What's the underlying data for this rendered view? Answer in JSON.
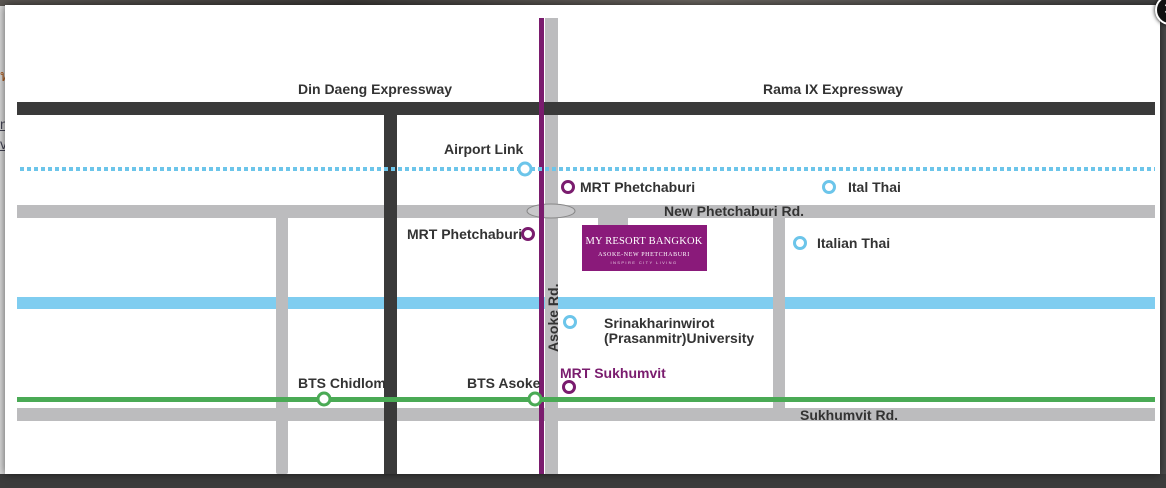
{
  "map": {
    "expressways": {
      "din_daeng": "Din Daeng Expressway",
      "rama_ix": "Rama IX Expressway"
    },
    "roads": {
      "new_phetchaburi": "New Phetchaburi Rd.",
      "asoke": "Asoke Rd.",
      "sukhumvit": "Sukhumvit Rd."
    },
    "transit_labels": {
      "airport_link": "Airport Link",
      "mrt_phetchaburi_right": "MRT Phetchaburi",
      "mrt_phetchaburi_left": "MRT Phetchaburi",
      "mrt_sukhumvit": "MRT Sukhumvit",
      "bts_chidlom": "BTS Chidlom",
      "bts_asoke": "BTS Asoke"
    },
    "points_of_interest": {
      "ital_thai": "Ital Thai",
      "italian_thai": "Italian Thai",
      "university_line1": "Srinakharinwirot",
      "university_line2": "(Prasanmitr)University"
    },
    "hotel_logo": {
      "line1": "MY RESORT BANGKOK",
      "line2": "ASOKE-NEW PHETCHABURI",
      "line3": "INSPIRE CITY LIVING"
    },
    "colors": {
      "expressway": "#3a3a3a",
      "road": "#bcbcbe",
      "mrt": "#7a1c6e",
      "airport_link": "#6cc5ea",
      "bts": "#4aaa55",
      "canal": "#7fcdf0",
      "hotel_bg": "#8a1a7a"
    }
  },
  "close_button": {
    "icon": "close-icon",
    "glyph": "✕"
  }
}
